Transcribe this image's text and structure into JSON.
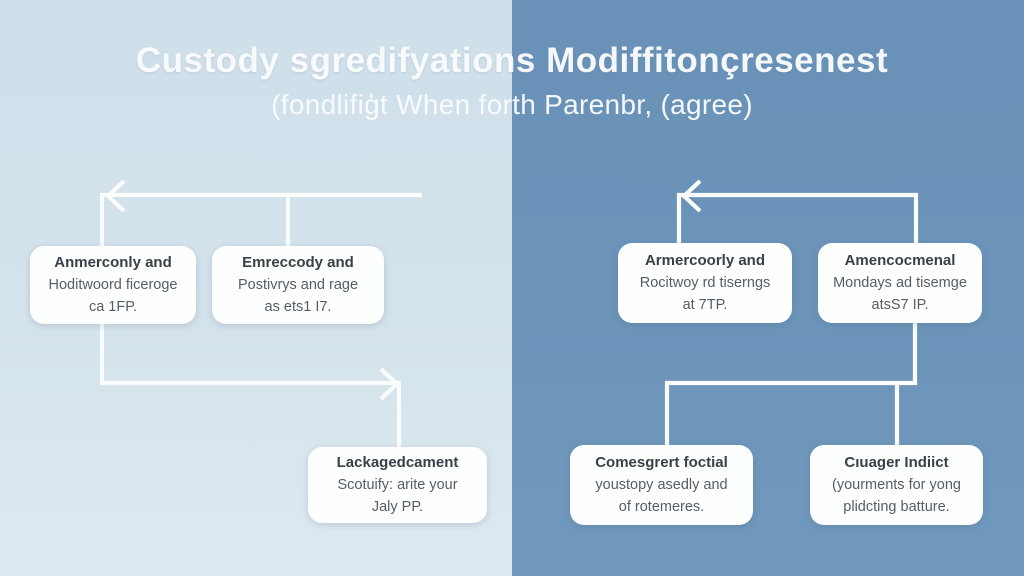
{
  "header": {
    "title": "Custody sgredifyations Modiffitonçresenest",
    "subtitle": "(fondlifiģt When forth Parenbr, (agree)"
  },
  "colors": {
    "left_background": "#d4e2eb",
    "right_background": "#6c94b9",
    "box_background": "#fdfefe",
    "connector_line": "#fafcfd",
    "header_text": "#fafcfe",
    "box_heading_text": "#3a4047",
    "box_body_text": "#575d66"
  },
  "boxes": {
    "left_top_1": {
      "lines": [
        "Anmerconly and",
        "Hoditwoord ficeroge",
        "ca 1FP."
      ]
    },
    "left_top_2": {
      "lines": [
        "Emreccody and",
        "Postivrys and rage",
        "as ets1 I7."
      ]
    },
    "right_top_1": {
      "lines": [
        "Armercoorly and",
        "Rocitwoy rd tiserngs",
        "at 7TP."
      ]
    },
    "right_top_2": {
      "lines": [
        "Amencocmenal",
        "Mondays ad tisemge",
        "atsS7 IP."
      ]
    },
    "left_bottom": {
      "lines": [
        "Lackagedcament",
        "Scotuify: arite your",
        "Jaly PP."
      ]
    },
    "right_bottom_1": {
      "lines": [
        "Comesgrert foctial",
        "youstopy asedly and",
        "of rotemeres."
      ]
    },
    "right_bottom_2": {
      "lines": [
        "Cıuager Indiict",
        "(yourments for yong",
        "plidcting batture."
      ]
    }
  }
}
